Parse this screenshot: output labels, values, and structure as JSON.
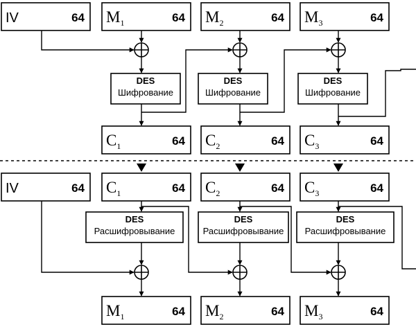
{
  "encryption": {
    "iv": {
      "name": "IV",
      "bits": "64"
    },
    "plaintext_blocks": [
      {
        "name": "M",
        "sub": "1",
        "bits": "64"
      },
      {
        "name": "M",
        "sub": "2",
        "bits": "64"
      },
      {
        "name": "M",
        "sub": "3",
        "bits": "64"
      }
    ],
    "cipher_units": [
      {
        "title": "DES",
        "operation": "Шифрование"
      },
      {
        "title": "DES",
        "operation": "Шифрование"
      },
      {
        "title": "DES",
        "operation": "Шифрование"
      }
    ],
    "ciphertext_blocks": [
      {
        "name": "C",
        "sub": "1",
        "bits": "64"
      },
      {
        "name": "C",
        "sub": "2",
        "bits": "64"
      },
      {
        "name": "C",
        "sub": "3",
        "bits": "64"
      }
    ]
  },
  "decryption": {
    "iv": {
      "name": "IV",
      "bits": "64"
    },
    "ciphertext_blocks": [
      {
        "name": "C",
        "sub": "1",
        "bits": "64"
      },
      {
        "name": "C",
        "sub": "2",
        "bits": "64"
      },
      {
        "name": "C",
        "sub": "3",
        "bits": "64"
      }
    ],
    "cipher_units": [
      {
        "title": "DES",
        "operation": "Расшифровывание"
      },
      {
        "title": "DES",
        "operation": "Расшифровывание"
      },
      {
        "title": "DES",
        "operation": "Расшифровывание"
      }
    ],
    "plaintext_blocks": [
      {
        "name": "M",
        "sub": "1",
        "bits": "64"
      },
      {
        "name": "M",
        "sub": "2",
        "bits": "64"
      },
      {
        "name": "M",
        "sub": "3",
        "bits": "64"
      }
    ]
  }
}
